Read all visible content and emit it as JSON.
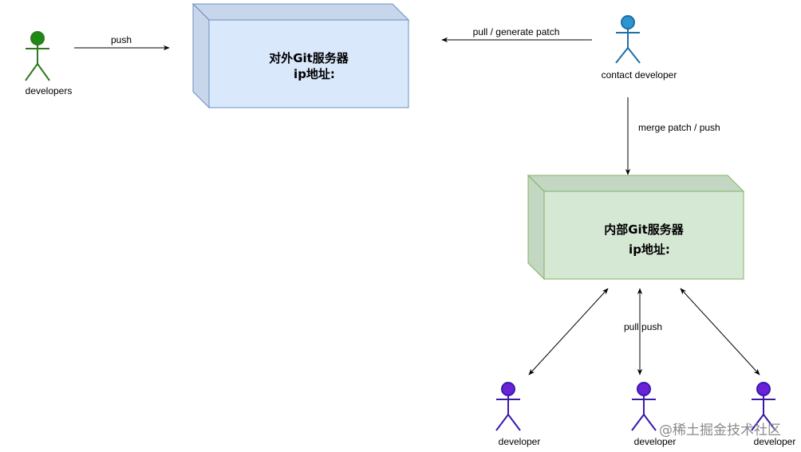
{
  "actors": {
    "developers": {
      "label": "developers",
      "color": "#2d7a1e",
      "fill": "#1e8a14"
    },
    "contact_developer": {
      "label": "contact developer",
      "color": "#1f6ea8",
      "fill": "#2a95cf"
    },
    "developer_left": {
      "label": "developer",
      "color": "#3b1aa8",
      "fill": "#6a22d8"
    },
    "developer_middle": {
      "label": "developer",
      "color": "#3b1aa8",
      "fill": "#6a22d8"
    },
    "developer_right": {
      "label": "developer",
      "color": "#3b1aa8",
      "fill": "#6a22d8"
    }
  },
  "servers": {
    "external": {
      "line1": "对外Git服务器",
      "line2": "ip地址:",
      "face": "#dae8fc",
      "side": "#c7d6ea",
      "stroke": "#6c8ebf"
    },
    "internal": {
      "line1": "内部Git服务器",
      "line2": "ip地址:",
      "face": "#d5e8d4",
      "side": "#c3d7c2",
      "stroke": "#82b366"
    }
  },
  "edges": {
    "push": "push",
    "pull_generate_patch": "pull / generate patch",
    "merge_patch_push": "merge patch /  push",
    "pull_push": "pull  push"
  },
  "watermark": "@稀土掘金技术社区"
}
